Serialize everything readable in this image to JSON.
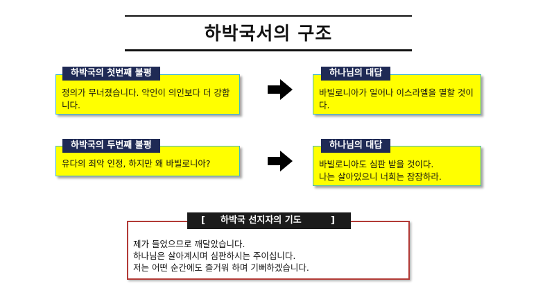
{
  "title": "하박국서의 구조",
  "rows": [
    {
      "complaint_label": "하박국의 첫번째 불평",
      "complaint_text": "정의가 무너졌습니다. 악인이 의인보다 더 강합니다.",
      "answer_label": "하나님의 대답",
      "answer_text": "바빌로니아가 일어나 이스라엘을 멸할 것이다."
    },
    {
      "complaint_label": "하박국의 두번째 불평",
      "complaint_text": "유다의 죄악 인정, 하지만 왜 바빌로니아?",
      "answer_label": "하나님의 대답",
      "answer_text_1": "바빌로니아도 심판 받을 것이다.",
      "answer_text_2": "나는 살아있으니 너희는 잠잠하라."
    }
  ],
  "prayer": {
    "bracket_open": "[",
    "label": "하박국 선지자의 기도",
    "bracket_close": "]",
    "lines": [
      "제가 들었으므로 깨달았습니다.",
      "하나님은 살아계시며 심판하시는 주이십니다.",
      "저는 어떤 순간에도 즐거워 하며 기뻐하겠습니다."
    ]
  },
  "colors": {
    "box_fill": "#ffff00",
    "box_border": "#3fb4c9",
    "tag_fill": "#1f2a55",
    "prayer_border": "#b23a36",
    "arrow": "#000000"
  },
  "icons": {
    "arrow": "right-arrow-icon"
  }
}
